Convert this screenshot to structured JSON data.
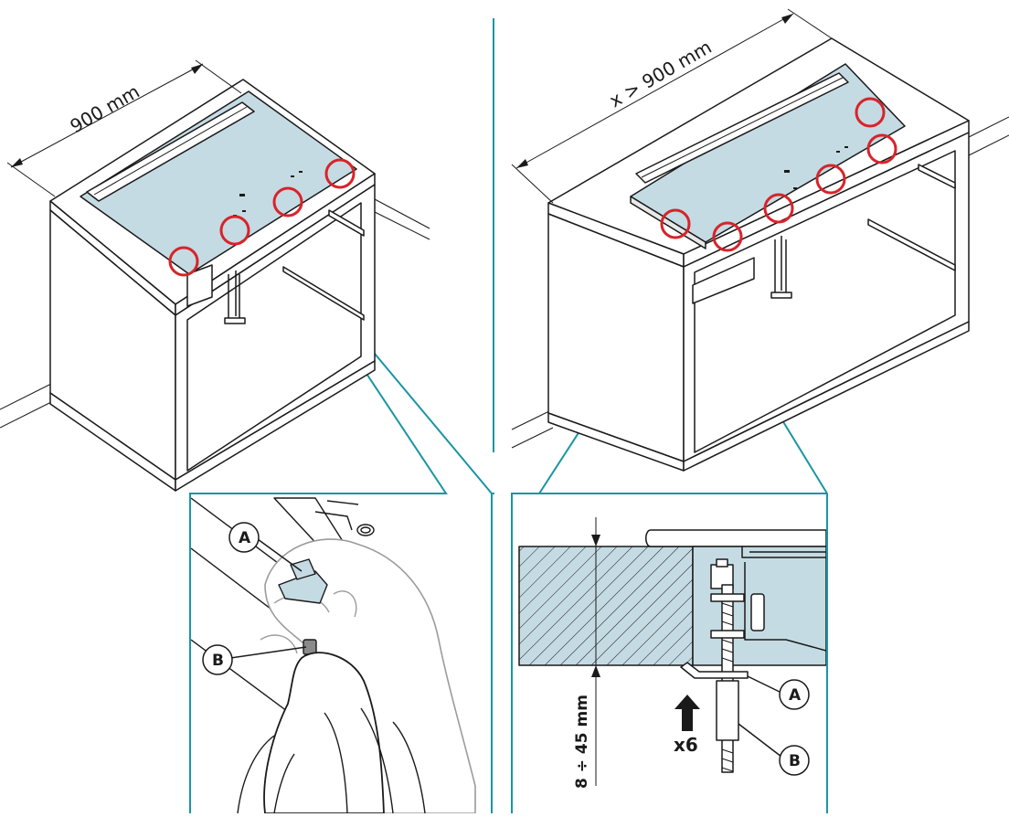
{
  "scenes": {
    "left": {
      "width_label": "900 mm"
    },
    "right": {
      "width_label": "x > 900 mm"
    }
  },
  "details": {
    "left": {
      "callout_a": "A",
      "callout_b": "B"
    },
    "right": {
      "callout_a": "A",
      "callout_b": "B",
      "thickness_label": "8 ÷ 45 mm",
      "quantity_label": "x6"
    }
  },
  "colors": {
    "glass": "#c5dbe3",
    "accent": "#1a95a3",
    "marker": "#d8232a",
    "line": "#1a1a1a"
  }
}
